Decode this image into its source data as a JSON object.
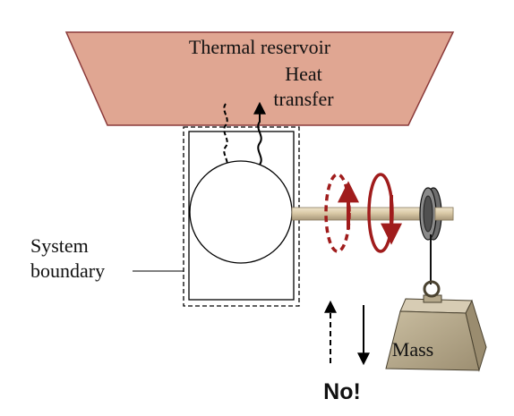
{
  "diagram": {
    "reservoir_label": "Thermal reservoir",
    "heat_transfer_line1": "Heat",
    "heat_transfer_line2": "transfer",
    "system_label_line1": "System",
    "system_label_line2": "boundary",
    "mass_label": "Mass",
    "no_label": "No!"
  },
  "colors": {
    "reservoir_fill": "#e0a692",
    "reservoir_stroke": "#8b3a3a",
    "rotation_arrow": "#a01c1c",
    "shaft": "#d9c9a6",
    "mass_front": "#b8ab8e",
    "mass_top": "#d7ccb4",
    "mass_side": "#a29476",
    "line": "#000000"
  }
}
